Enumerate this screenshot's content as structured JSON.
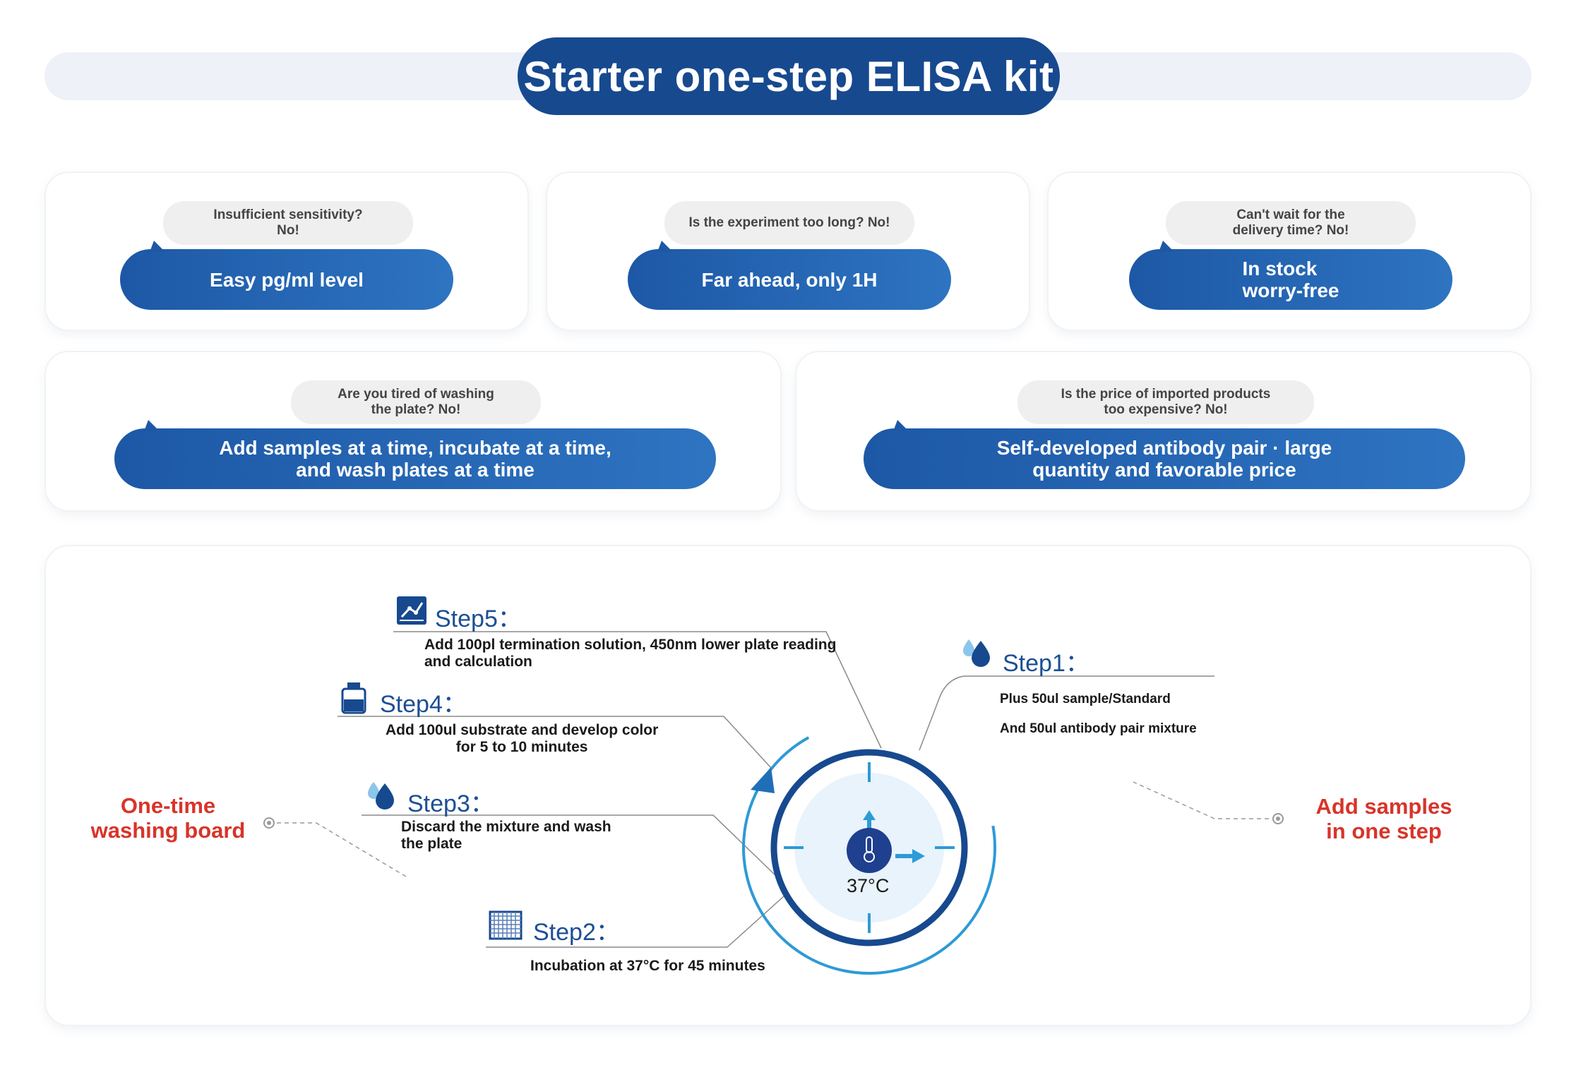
{
  "title": "Starter one-step ELISA kit",
  "cards": [
    {
      "question": "Insufficient sensitivity?\nNo!",
      "answer": "Easy pg/ml level"
    },
    {
      "question": "Is the experiment too long? No!",
      "answer": "Far ahead, only 1H"
    },
    {
      "question": "Can't wait for the\ndelivery time? No!",
      "answer": "In stock\nworry-free"
    },
    {
      "question": "Are you tired of washing\nthe plate? No!",
      "answer": "Add samples at a time, incubate at a time,\nand wash plates at a time"
    },
    {
      "question": "Is the price of imported products\ntoo expensive? No!",
      "answer": "Self-developed antibody pair · large\nquantity and favorable price"
    }
  ],
  "steps": {
    "step1": {
      "title": "Step1：",
      "lines": [
        "Plus 50ul sample/Standard",
        "And 50ul antibody pair mixture"
      ]
    },
    "step2": {
      "title": "Step2：",
      "desc": "Incubation at 37°C for 45 minutes"
    },
    "step3": {
      "title": "Step3：",
      "desc": "Discard the mixture and wash\nthe plate"
    },
    "step4": {
      "title": "Step4：",
      "desc": "Add 100ul substrate and develop color\nfor 5 to 10 minutes"
    },
    "step5": {
      "title": "Step5：",
      "desc": "Add 100pl termination solution, 450nm lower plate reading\nand calculation"
    }
  },
  "center": {
    "temperature": "37°C",
    "thermo_unit": "°C"
  },
  "side_labels": {
    "left": "One-time\nwashing board",
    "right": "Add samples\nin one step"
  },
  "colors": {
    "primary": "#17498f",
    "accent": "#2e9ad6",
    "alert": "#d8342a"
  },
  "icons": {
    "step1": "water-drop-icon",
    "step2": "plate-grid-icon",
    "step3": "water-drop-icon",
    "step4": "reagent-bottle-icon",
    "step5": "line-chart-icon",
    "center": "thermometer-icon"
  }
}
